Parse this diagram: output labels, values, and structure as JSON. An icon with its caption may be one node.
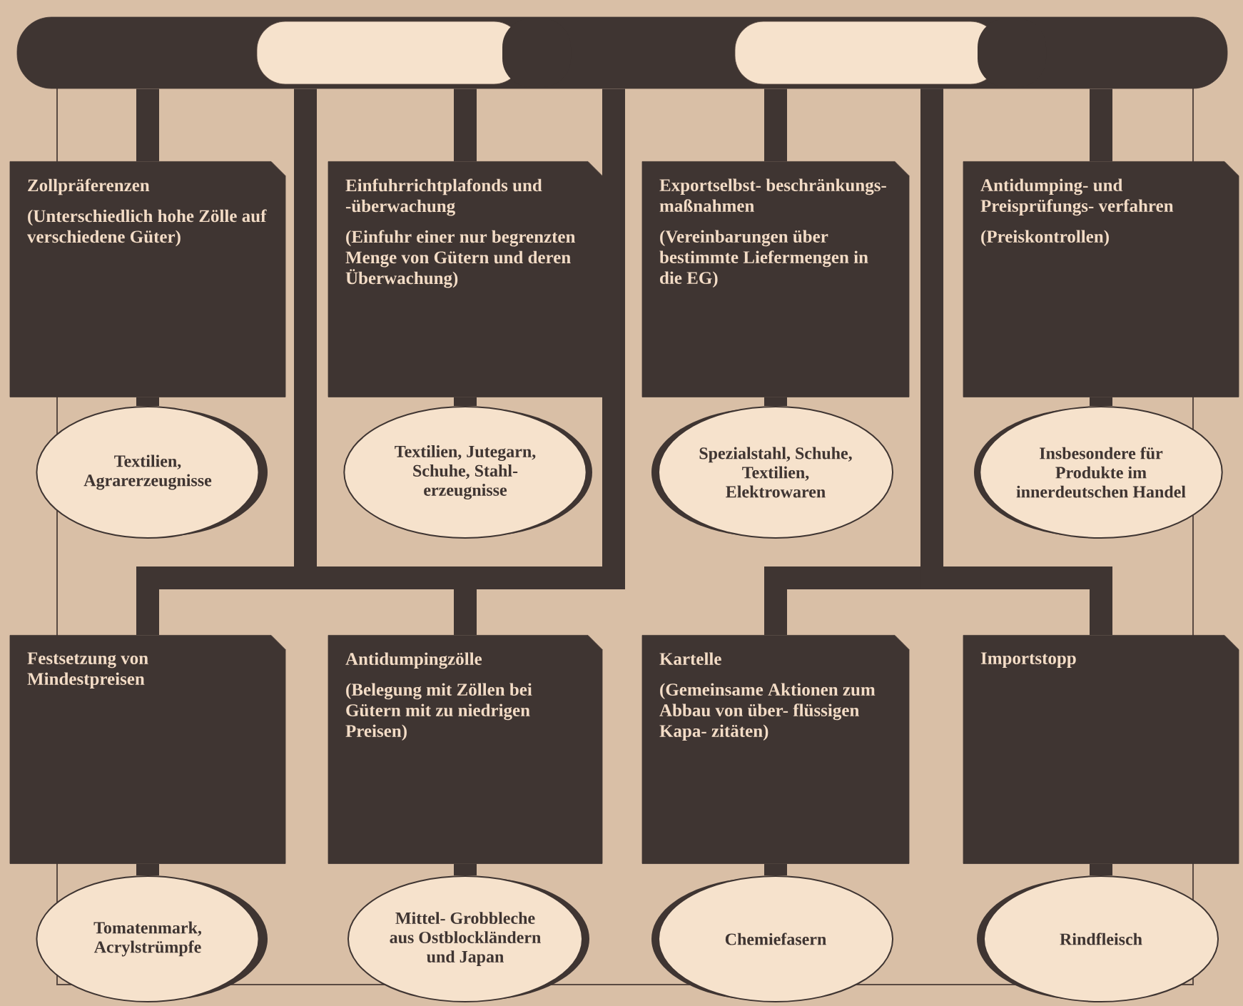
{
  "diagram": {
    "nodes": [
      {
        "text": [],
        "shape": "bar"
      },
      {
        "text": [
          "Zollpräferenzen",
          "(Unterschiedlich hohe Zölle auf verschiedene Güter)"
        ]
      },
      {
        "text": [
          "Einfuhrrichtplafonds und -überwachung",
          "(Einfuhr einer nur begrenzten Menge von Gütern und deren Überwachung)"
        ]
      },
      {
        "text": [
          "Exportselbst- beschränkungs- maßnahmen",
          "(Vereinbarungen über bestimmte Liefermengen in die EG)"
        ]
      },
      {
        "text": [
          "Antidumping- und Preisprüfungs- verfahren",
          "(Preiskontrollen)"
        ]
      },
      {
        "text": [
          "Textilien, Agrarerzeugnisse"
        ]
      },
      {
        "text": [
          "Textilien, Jutegarn, Schuhe, Stahl- erzeugnisse"
        ]
      },
      {
        "text": [
          "Spezialstahl, Schuhe, Textilien, Elektrowaren"
        ]
      },
      {
        "text": [
          "Insbesondere für Produkte im innerdeutschen Handel"
        ]
      },
      {
        "text": [
          "Festsetzung von Mindestpreisen"
        ]
      },
      {
        "text": [
          "Antidumpingzölle",
          "(Belegung mit Zöllen bei Gütern mit zu niedrigen Preisen)"
        ]
      },
      {
        "text": [
          "Kartelle",
          "(Gemeinsame Aktionen zum Abbau von über- flüssigen Kapa- zitäten)"
        ]
      },
      {
        "text": [
          "Importstopp"
        ]
      },
      {
        "text": [
          "Tomatenmark, Acrylstrümpfe"
        ]
      },
      {
        "text": [
          "Mittel- Grobbleche aus Ostblockländern und Japan"
        ]
      },
      {
        "text": [
          "Chemiefasern"
        ]
      },
      {
        "text": [
          "Rindfleisch"
        ]
      }
    ],
    "edges": [
      {
        "from": 0,
        "to": 1,
        "arrow": "none"
      },
      {
        "from": 0,
        "to": 2,
        "arrow": "none"
      },
      {
        "from": 0,
        "to": 3,
        "arrow": "none"
      },
      {
        "from": 0,
        "to": 4,
        "arrow": "none"
      },
      {
        "from": 1,
        "to": 5,
        "arrow": "none"
      },
      {
        "from": 2,
        "to": 6,
        "arrow": "none"
      },
      {
        "from": 3,
        "to": 7,
        "arrow": "none"
      },
      {
        "from": 4,
        "to": 8,
        "arrow": "none"
      },
      {
        "from": 0,
        "to": 9,
        "arrow": "none"
      },
      {
        "from": 0,
        "to": 10,
        "arrow": "none"
      },
      {
        "from": 0,
        "to": 11,
        "arrow": "none"
      },
      {
        "from": 0,
        "to": 12,
        "arrow": "none"
      },
      {
        "from": 9,
        "to": 13,
        "arrow": "none"
      },
      {
        "from": 10,
        "to": 14,
        "arrow": "none"
      },
      {
        "from": 11,
        "to": 15,
        "arrow": "none"
      },
      {
        "from": 12,
        "to": 16,
        "arrow": "none"
      }
    ]
  }
}
